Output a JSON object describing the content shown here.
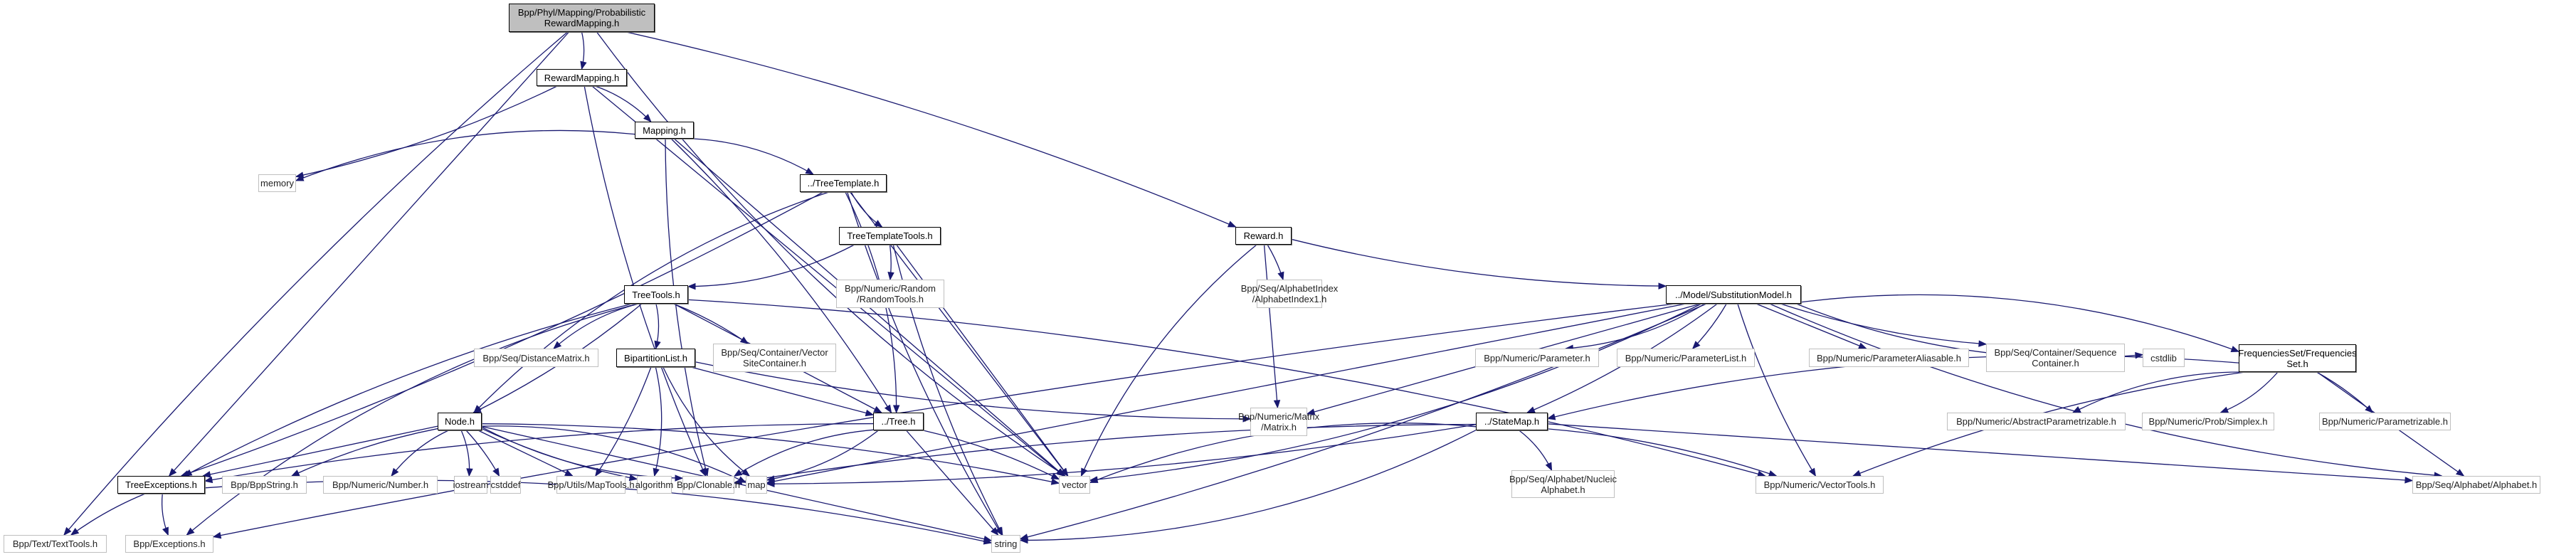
{
  "diagram": {
    "type": "include-dependency-graph",
    "edge_color": "#191970",
    "root_fill": "#bfbfbf",
    "nodes": [
      {
        "id": "root",
        "label": "Bpp/Phyl/Mapping/Probabilistic\nRewardMapping.h",
        "kind": "root"
      },
      {
        "id": "rewardmapping",
        "label": "RewardMapping.h",
        "kind": "internal"
      },
      {
        "id": "mapping",
        "label": "Mapping.h",
        "kind": "internal"
      },
      {
        "id": "memory",
        "label": "memory",
        "kind": "external"
      },
      {
        "id": "treetemplate",
        "label": "../TreeTemplate.h",
        "kind": "internal"
      },
      {
        "id": "treetemplatetools",
        "label": "TreeTemplateTools.h",
        "kind": "internal"
      },
      {
        "id": "randomtools",
        "label": "Bpp/Numeric/Random\n/RandomTools.h",
        "kind": "external"
      },
      {
        "id": "treetools",
        "label": "TreeTools.h",
        "kind": "internal"
      },
      {
        "id": "distancematrix",
        "label": "Bpp/Seq/DistanceMatrix.h",
        "kind": "external"
      },
      {
        "id": "bipartitionlist",
        "label": "BipartitionList.h",
        "kind": "internal"
      },
      {
        "id": "vectorsitecontainer",
        "label": "Bpp/Seq/Container/Vector\nSiteContainer.h",
        "kind": "external"
      },
      {
        "id": "node",
        "label": "Node.h",
        "kind": "internal"
      },
      {
        "id": "tree",
        "label": "../Tree.h",
        "kind": "internal"
      },
      {
        "id": "treeexceptions",
        "label": "TreeExceptions.h",
        "kind": "internal"
      },
      {
        "id": "bppstring",
        "label": "Bpp/BppString.h",
        "kind": "external"
      },
      {
        "id": "number",
        "label": "Bpp/Numeric/Number.h",
        "kind": "external"
      },
      {
        "id": "iostream",
        "label": "iostream",
        "kind": "external"
      },
      {
        "id": "cstddef",
        "label": "cstddef",
        "kind": "external"
      },
      {
        "id": "maptools",
        "label": "Bpp/Utils/MapTools.h",
        "kind": "external"
      },
      {
        "id": "algorithm",
        "label": "algorithm",
        "kind": "external"
      },
      {
        "id": "clonable",
        "label": "Bpp/Clonable.h",
        "kind": "external"
      },
      {
        "id": "map",
        "label": "map",
        "kind": "external"
      },
      {
        "id": "vector",
        "label": "vector",
        "kind": "external"
      },
      {
        "id": "string",
        "label": "string",
        "kind": "external"
      },
      {
        "id": "texttools",
        "label": "Bpp/Text/TextTools.h",
        "kind": "external"
      },
      {
        "id": "exceptions",
        "label": "Bpp/Exceptions.h",
        "kind": "external"
      },
      {
        "id": "reward",
        "label": "Reward.h",
        "kind": "internal"
      },
      {
        "id": "alphabetindex1",
        "label": "Bpp/Seq/AlphabetIndex\n/AlphabetIndex1.h",
        "kind": "external"
      },
      {
        "id": "matrix",
        "label": "Bpp/Numeric/Matrix\n/Matrix.h",
        "kind": "external"
      },
      {
        "id": "substitutionmodel",
        "label": "../Model/SubstitutionModel.h",
        "kind": "internal"
      },
      {
        "id": "parameter",
        "label": "Bpp/Numeric/Parameter.h",
        "kind": "external"
      },
      {
        "id": "parameterlist",
        "label": "Bpp/Numeric/ParameterList.h",
        "kind": "external"
      },
      {
        "id": "parameteraliasable",
        "label": "Bpp/Numeric/ParameterAliasable.h",
        "kind": "external"
      },
      {
        "id": "sequencecontainer",
        "label": "Bpp/Seq/Container/Sequence\nContainer.h",
        "kind": "external"
      },
      {
        "id": "cstdlib",
        "label": "cstdlib",
        "kind": "external"
      },
      {
        "id": "frequenciesset",
        "label": "FrequenciesSet/Frequencies\nSet.h",
        "kind": "internal"
      },
      {
        "id": "statemap",
        "label": "../StateMap.h",
        "kind": "internal"
      },
      {
        "id": "abstractparametrizable",
        "label": "Bpp/Numeric/AbstractParametrizable.h",
        "kind": "external"
      },
      {
        "id": "simplex",
        "label": "Bpp/Numeric/Prob/Simplex.h",
        "kind": "external"
      },
      {
        "id": "parametrizable",
        "label": "Bpp/Numeric/Parametrizable.h",
        "kind": "external"
      },
      {
        "id": "nucleicalphabet",
        "label": "Bpp/Seq/Alphabet/Nucleic\nAlphabet.h",
        "kind": "external"
      },
      {
        "id": "vectortools",
        "label": "Bpp/Numeric/VectorTools.h",
        "kind": "external"
      },
      {
        "id": "alphabet",
        "label": "Bpp/Seq/Alphabet/Alphabet.h",
        "kind": "external"
      }
    ],
    "edges": [
      [
        "root",
        "rewardmapping"
      ],
      [
        "root",
        "reward"
      ],
      [
        "root",
        "treeexceptions"
      ],
      [
        "root",
        "texttools"
      ],
      [
        "root",
        "vector"
      ],
      [
        "rewardmapping",
        "mapping"
      ],
      [
        "rewardmapping",
        "memory"
      ],
      [
        "rewardmapping",
        "vector"
      ],
      [
        "rewardmapping",
        "clonable"
      ],
      [
        "mapping",
        "memory"
      ],
      [
        "mapping",
        "treetemplate"
      ],
      [
        "mapping",
        "tree"
      ],
      [
        "mapping",
        "vector"
      ],
      [
        "mapping",
        "clonable"
      ],
      [
        "treetemplate",
        "treetemplatetools"
      ],
      [
        "treetemplate",
        "tree"
      ],
      [
        "treetemplate",
        "treeexceptions"
      ],
      [
        "treetemplate",
        "vector"
      ],
      [
        "treetemplate",
        "string"
      ],
      [
        "treetemplate",
        "node"
      ],
      [
        "treetemplatetools",
        "treetools"
      ],
      [
        "treetemplatetools",
        "randomtools"
      ],
      [
        "treetemplatetools",
        "vector"
      ],
      [
        "treetemplatetools",
        "string"
      ],
      [
        "treetools",
        "distancematrix"
      ],
      [
        "treetools",
        "bipartitionlist"
      ],
      [
        "treetools",
        "vectorsitecontainer"
      ],
      [
        "treetools",
        "tree"
      ],
      [
        "treetools",
        "treeexceptions"
      ],
      [
        "treetools",
        "exceptions"
      ],
      [
        "treetools",
        "vectortools"
      ],
      [
        "treetools",
        "node"
      ],
      [
        "bipartitionlist",
        "tree"
      ],
      [
        "bipartitionlist",
        "matrix"
      ],
      [
        "bipartitionlist",
        "map"
      ],
      [
        "bipartitionlist",
        "algorithm"
      ],
      [
        "bipartitionlist",
        "maptools"
      ],
      [
        "node",
        "treeexceptions"
      ],
      [
        "node",
        "bppstring"
      ],
      [
        "node",
        "number"
      ],
      [
        "node",
        "iostream"
      ],
      [
        "node",
        "cstddef"
      ],
      [
        "node",
        "maptools"
      ],
      [
        "node",
        "algorithm"
      ],
      [
        "node",
        "clonable"
      ],
      [
        "node",
        "map"
      ],
      [
        "node",
        "vector"
      ],
      [
        "node",
        "string"
      ],
      [
        "tree",
        "treeexceptions"
      ],
      [
        "tree",
        "clonable"
      ],
      [
        "tree",
        "map"
      ],
      [
        "tree",
        "vector"
      ],
      [
        "tree",
        "string"
      ],
      [
        "treeexceptions",
        "texttools"
      ],
      [
        "treeexceptions",
        "exceptions"
      ],
      [
        "treeexceptions",
        "string"
      ],
      [
        "reward",
        "alphabetindex1"
      ],
      [
        "reward",
        "matrix"
      ],
      [
        "reward",
        "substitutionmodel"
      ],
      [
        "reward",
        "vector"
      ],
      [
        "substitutionmodel",
        "parameter"
      ],
      [
        "substitutionmodel",
        "parameterlist"
      ],
      [
        "substitutionmodel",
        "parameteraliasable"
      ],
      [
        "substitutionmodel",
        "sequencecontainer"
      ],
      [
        "substitutionmodel",
        "cstdlib"
      ],
      [
        "substitutionmodel",
        "frequenciesset"
      ],
      [
        "substitutionmodel",
        "statemap"
      ],
      [
        "substitutionmodel",
        "matrix"
      ],
      [
        "substitutionmodel",
        "vectortools"
      ],
      [
        "substitutionmodel",
        "alphabet"
      ],
      [
        "substitutionmodel",
        "vector"
      ],
      [
        "substitutionmodel",
        "string"
      ],
      [
        "substitutionmodel",
        "map"
      ],
      [
        "substitutionmodel",
        "exceptions"
      ],
      [
        "frequenciesset",
        "abstractparametrizable"
      ],
      [
        "frequenciesset",
        "simplex"
      ],
      [
        "frequenciesset",
        "parametrizable"
      ],
      [
        "frequenciesset",
        "alphabet"
      ],
      [
        "frequenciesset",
        "vectortools"
      ],
      [
        "frequenciesset",
        "statemap"
      ],
      [
        "statemap",
        "nucleicalphabet"
      ],
      [
        "statemap",
        "vectortools"
      ],
      [
        "statemap",
        "alphabet"
      ],
      [
        "statemap",
        "clonable"
      ],
      [
        "statemap",
        "vector"
      ],
      [
        "statemap",
        "string"
      ],
      [
        "statemap",
        "map"
      ]
    ]
  }
}
